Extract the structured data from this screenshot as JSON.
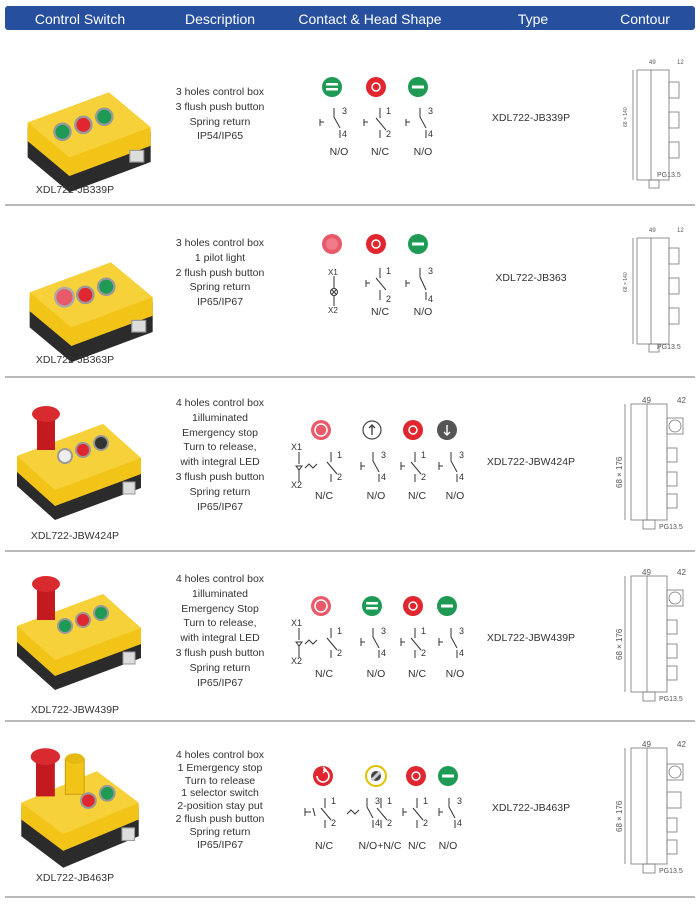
{
  "header": {
    "control_switch": "Control Switch",
    "description": "Description",
    "contact_head_shape": "Contact & Head Shape",
    "type": "Type",
    "contour": "Contour"
  },
  "colors": {
    "header_bg": "#264f9e",
    "box_yellow": "#f2c418",
    "box_black": "#2b2b2b",
    "green": "#1e9a55",
    "red": "#e0262e",
    "dark_red": "#c21a1f",
    "grey_dark": "#555555"
  },
  "rows": [
    {
      "model_label": "XDL722-JB339P",
      "description": [
        "3 holes control box",
        "3 flush push button",
        "Spring return",
        "IP54/IP65"
      ],
      "type": "XDL722-JB339P",
      "heads": [
        "green-equals",
        "red-ring",
        "green-minus"
      ],
      "contacts": [
        "N/O",
        "N/C",
        "N/O"
      ],
      "contour": {
        "width_label": "49",
        "side_label": "12",
        "height_label": "68 × 140",
        "gland_label": "PG13.5"
      }
    },
    {
      "model_label": "XDL722-JB363P",
      "description": [
        "3 holes control box",
        "1 pilot light",
        "2 flush push button",
        "Spring return",
        "IP65/IP67"
      ],
      "type": "XDL722-JB363",
      "heads": [
        "red-light",
        "red-ring",
        "green-minus"
      ],
      "contacts": [
        "",
        "N/C",
        "N/O"
      ],
      "lamp_labels": [
        "X1",
        "X2"
      ],
      "contour": {
        "width_label": "49",
        "side_label": "12",
        "height_label": "68 × 140",
        "gland_label": "PG13.5"
      }
    },
    {
      "model_label": "XDL722-JBW424P",
      "description": [
        "4 holes control box",
        "1illuminated",
        "Emergency stop",
        "Turn to release,",
        "with integral LED",
        "3 flush push button",
        "Spring return",
        "IP65/IP67"
      ],
      "type": "XDL722-JBW424P",
      "heads": [
        "emergency-stop",
        "white-arrow-up",
        "red-ring",
        "grey-arrow-down"
      ],
      "contacts": [
        "N/C",
        "N/O",
        "N/C",
        "N/O"
      ],
      "lamp_labels": [
        "X1",
        "X2"
      ],
      "contour": {
        "width_label": "49",
        "side_label": "42",
        "height_label": "68 × 176",
        "gland_label": "PG13.5"
      }
    },
    {
      "model_label": "XDL722-JBW439P",
      "description": [
        "4 holes control box",
        "1illuminated",
        "Emergency Stop",
        "Turn to release,",
        "with integral LED",
        "3 flush push button",
        "Spring return",
        "IP65/IP67"
      ],
      "type": "XDL722-JBW439P",
      "heads": [
        "emergency-stop",
        "green-equals",
        "red-ring",
        "green-minus"
      ],
      "contacts": [
        "N/C",
        "N/O",
        "N/C",
        "N/O"
      ],
      "lamp_labels": [
        "X1",
        "X2"
      ],
      "contour": {
        "width_label": "49",
        "side_label": "42",
        "height_label": "68 × 176",
        "gland_label": "PG13.5"
      }
    },
    {
      "model_label": "XDL722-JB463P",
      "description": [
        "4 holes control box",
        "1 Emergency stop",
        "Turn to release",
        "1 selector switch",
        "2-position stay put",
        "2 flush push button",
        "Spring return",
        "IP65/IP67"
      ],
      "type": "XDL722-JB463P",
      "heads": [
        "emergency-stop",
        "yellow-selector",
        "red-ring",
        "green-minus"
      ],
      "contacts": [
        "N/C",
        "N/O+N/C",
        "N/C",
        "N/O"
      ],
      "contour": {
        "width_label": "49",
        "side_label": "42",
        "height_label": "68 × 176",
        "gland_label": "PG13.5"
      }
    }
  ]
}
